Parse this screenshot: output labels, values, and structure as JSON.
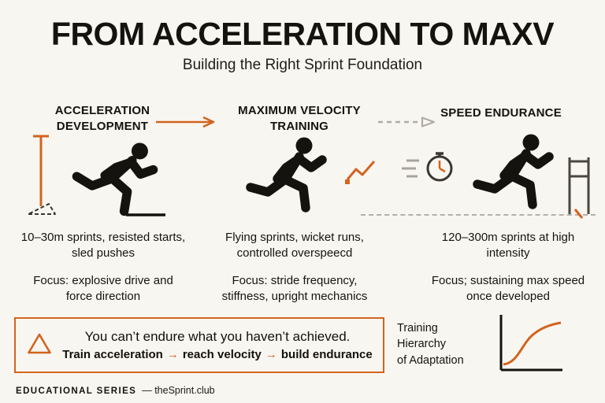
{
  "colors": {
    "accent": "#d2641e",
    "ink": "#15130f",
    "dash_gray": "#b5b1a9",
    "background": "#f8f6f1"
  },
  "header": {
    "title": "FROM ACCELERATION TO MAXV",
    "subtitle": "Building the Right Sprint Foundation"
  },
  "columns": [
    {
      "heading": "ACCELERATION DEVELOPMENT",
      "desc": "10–30m sprints, resisted starts, sled pushes",
      "focus": "Focus: explosive drive and force direction"
    },
    {
      "heading": "MAXIMUM VELOCITY TRAINING",
      "desc": "Flying sprints, wicket runs, controlled overspeecd",
      "focus": "Focus: stride frequency, stiffness, upright mechanics"
    },
    {
      "heading": "SPEED ENDURANCE",
      "desc": "120–300m sprints at high intensity",
      "focus": "Focus; sustaining max speed once developed"
    }
  ],
  "callout": {
    "line1": "You can’t endure what you haven’t achieved.",
    "steps": [
      "Train acceleration",
      "reach velocity",
      "build endurance"
    ],
    "arrow": "→"
  },
  "hierarchy": {
    "lines": [
      "Training",
      "Hierarchy",
      "of Adaptation"
    ]
  },
  "footer": {
    "series": "EDUCATIONAL SERIES",
    "brand": "— theSprint.club"
  }
}
